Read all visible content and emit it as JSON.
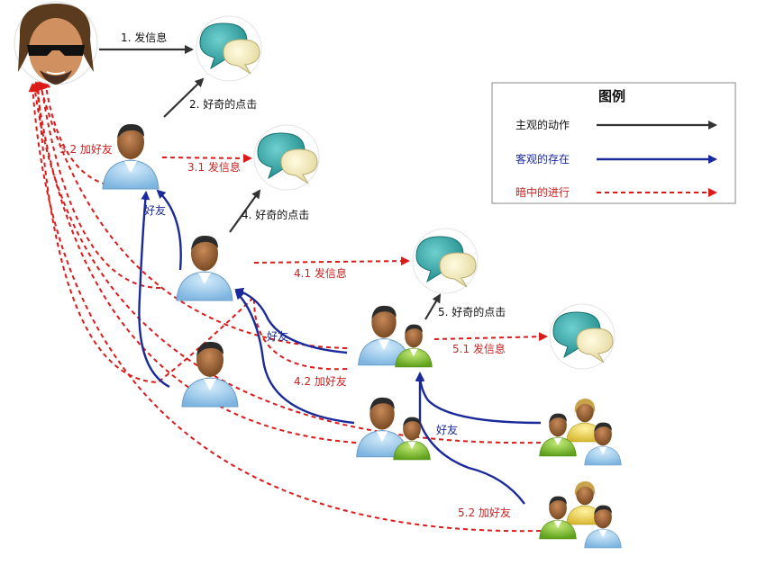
{
  "colors": {
    "action": "#333333",
    "exists": "#1a2a9a",
    "hidden": "#dd1a1a",
    "person_blue_shirt": "#9ec9ec",
    "person_green_shirt": "#7fbf2e",
    "bubble_teal": "#2fa7a6",
    "bubble_cream": "#f2ecc0"
  },
  "labels": {
    "s1": "1. 发信息",
    "s2": "2. 好奇的点击",
    "s31": "3.1 发信息",
    "s32": "3.2 加好友",
    "s4": "4. 好奇的点击",
    "s41": "4.1 发信息",
    "s42": "4.2 加好友",
    "s5": "5. 好奇的点击",
    "s51": "5.1 发信息",
    "s52": "5.2 加好友",
    "friend1": "好友",
    "friend2": "好友",
    "friend3": "好友"
  },
  "legend": {
    "title": "图例",
    "items": [
      {
        "label": "主观的动作",
        "style": "action"
      },
      {
        "label": "客观的存在",
        "style": "exists"
      },
      {
        "label": "暗中的进行",
        "style": "hidden"
      }
    ]
  },
  "icons": {
    "hacker": "hacker-avatar-icon",
    "person": "person-icon",
    "pair": "person-pair-icon",
    "group": "person-group-icon",
    "bubble": "chat-bubble-icon"
  }
}
